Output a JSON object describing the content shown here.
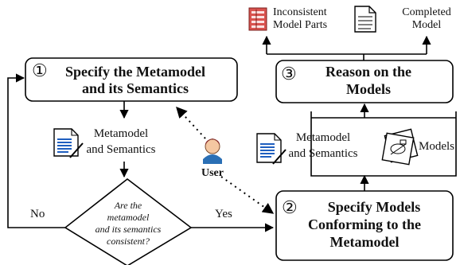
{
  "top_outputs": {
    "inconsistent": [
      "Inconsistent",
      "Model Parts"
    ],
    "completed": [
      "Completed",
      "Model"
    ]
  },
  "step1": {
    "number": "①",
    "lines": [
      "Specify the Metamodel",
      "and its Semantics"
    ]
  },
  "step2": {
    "number": "②",
    "lines": [
      "Specify Models",
      "Conforming to the",
      "Metamodel"
    ]
  },
  "step3": {
    "number": "③",
    "lines": [
      "Reason on the",
      "Models"
    ]
  },
  "artifact_left": [
    "Metamodel",
    "and Semantics"
  ],
  "artifact_right": [
    "Metamodel",
    "and Semantics"
  ],
  "models_label": "Models",
  "decision": {
    "question": [
      "Are the",
      "metamodel",
      "and its semantics",
      "consistent?"
    ],
    "no_label": "No",
    "yes_label": "Yes"
  },
  "user_label": "User",
  "icons": {
    "inconsistent": "red-document-icon",
    "completed": "document-icon",
    "metamodel": "blue-document-pen-icon",
    "models": "model-diagram-icon",
    "user": "user-avatar-icon"
  }
}
